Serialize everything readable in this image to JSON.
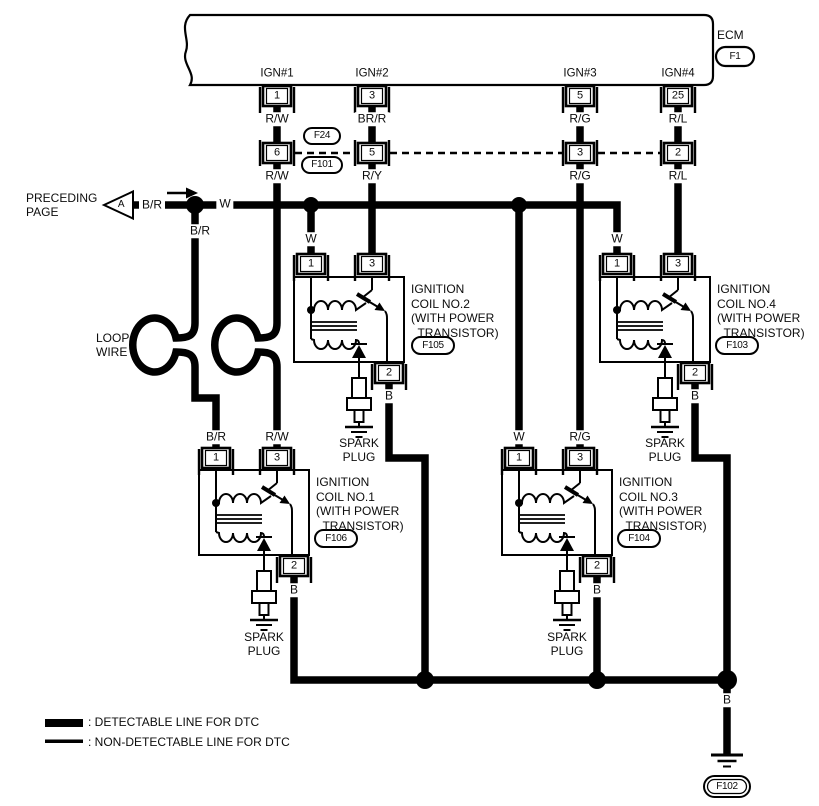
{
  "ecm": {
    "label": "ECM",
    "connector": "F1",
    "outputs": [
      {
        "label": "IGN#1",
        "pin": "1"
      },
      {
        "label": "IGN#2",
        "pin": "3"
      },
      {
        "label": "IGN#3",
        "pin": "5"
      },
      {
        "label": "IGN#4",
        "pin": "25"
      }
    ]
  },
  "harness": {
    "connector_top": "F24",
    "connector_bottom": "F101",
    "pins": [
      "6",
      "5",
      "3",
      "2"
    ]
  },
  "wire_colors": {
    "rw": "R/W",
    "brr": "BR/R",
    "ry": "R/Y",
    "rg": "R/G",
    "rl": "R/L",
    "w": "W",
    "br": "B/R",
    "b": "B"
  },
  "preceding_page": {
    "label": "PRECEDING\nPAGE",
    "marker": "A"
  },
  "loop_wire_label": "LOOP\nWIRE",
  "coils": [
    {
      "name": "IGNITION\nCOIL NO.1\n(WITH POWER\n  TRANSISTOR)",
      "connector": "F106",
      "pins": {
        "p1": "1",
        "p3": "3",
        "p2": "2"
      }
    },
    {
      "name": "IGNITION\nCOIL NO.2\n(WITH POWER\n  TRANSISTOR)",
      "connector": "F105",
      "pins": {
        "p1": "1",
        "p3": "3",
        "p2": "2"
      }
    },
    {
      "name": "IGNITION\nCOIL NO.3\n(WITH POWER\n  TRANSISTOR)",
      "connector": "F104",
      "pins": {
        "p1": "1",
        "p3": "3",
        "p2": "2"
      }
    },
    {
      "name": "IGNITION\nCOIL NO.4\n(WITH POWER\n  TRANSISTOR)",
      "connector": "F103",
      "pins": {
        "p1": "1",
        "p3": "3",
        "p2": "2"
      }
    }
  ],
  "spark_plug_label": "SPARK\nPLUG",
  "ground_connector": "F102",
  "legend": {
    "detectable": ": DETECTABLE LINE FOR DTC",
    "non_detectable": ": NON-DETECTABLE LINE FOR DTC"
  }
}
